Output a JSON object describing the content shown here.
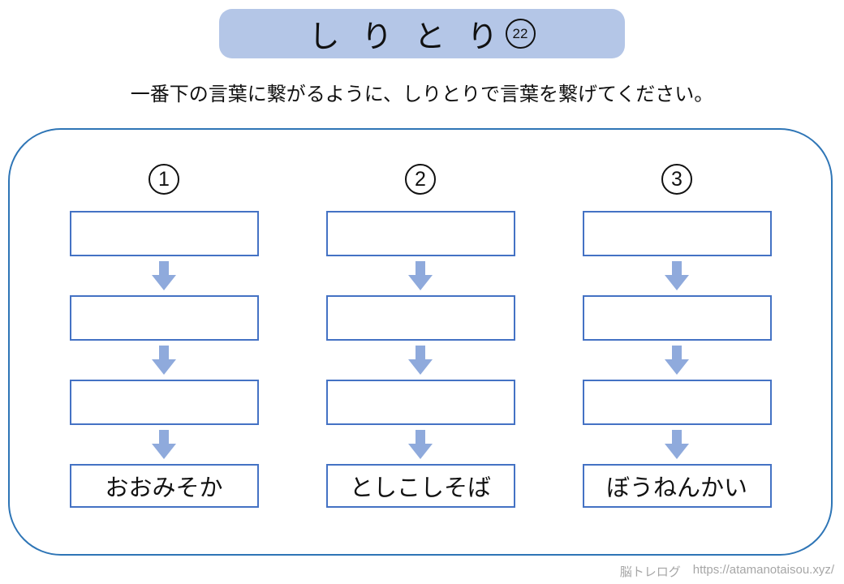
{
  "title": {
    "text": "しりとり",
    "number": "22"
  },
  "instruction": "一番下の言葉に繋がるように、しりとりで言葉を繋げてください。",
  "columns": [
    {
      "number": "1",
      "answer": "おおみそか"
    },
    {
      "number": "2",
      "answer": "としこしそば"
    },
    {
      "number": "3",
      "answer": "ぼうねんかい"
    }
  ],
  "footer": {
    "site": "脳トレログ",
    "url": "https://atamanotaisou.xyz/"
  },
  "colors": {
    "banner_bg": "#b4c6e7",
    "panel_border": "#2e75b6",
    "box_border": "#4472c4",
    "arrow_fill": "#8faadc",
    "footer_text": "#a6a6a6"
  }
}
